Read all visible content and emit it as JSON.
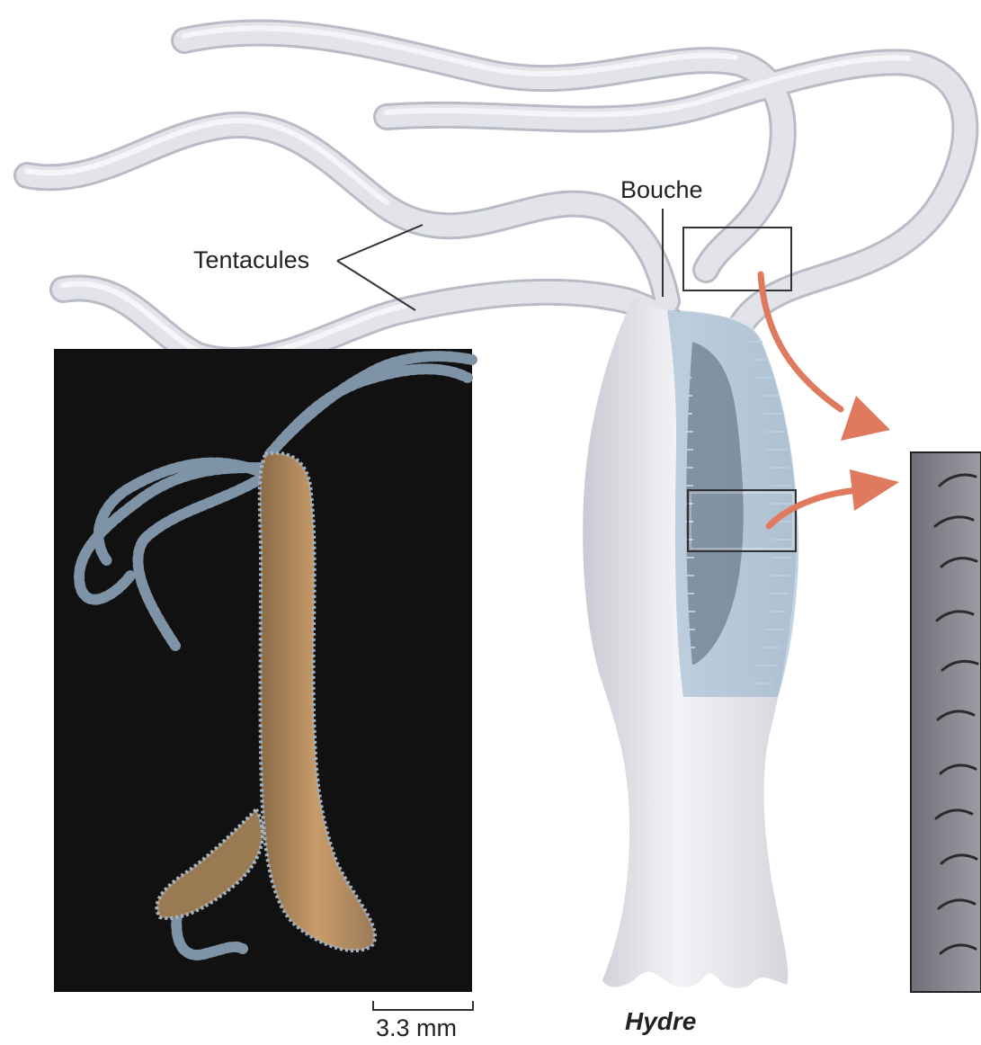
{
  "labels": {
    "tentacles": "Tentacules",
    "mouth": "Bouche",
    "organism": "Hydre",
    "scale_bar": "3.3 mm"
  },
  "colors": {
    "tentacle_fill": "#e3e4ea",
    "tentacle_shadow": "#b9bbc6",
    "body_fill": "#ececf0",
    "tissue_blue": "#9dbbd0",
    "photo_background": "#111111",
    "photo_body": "#b6895a",
    "arrow": "#e07a5f",
    "leader_line": "#333333"
  }
}
